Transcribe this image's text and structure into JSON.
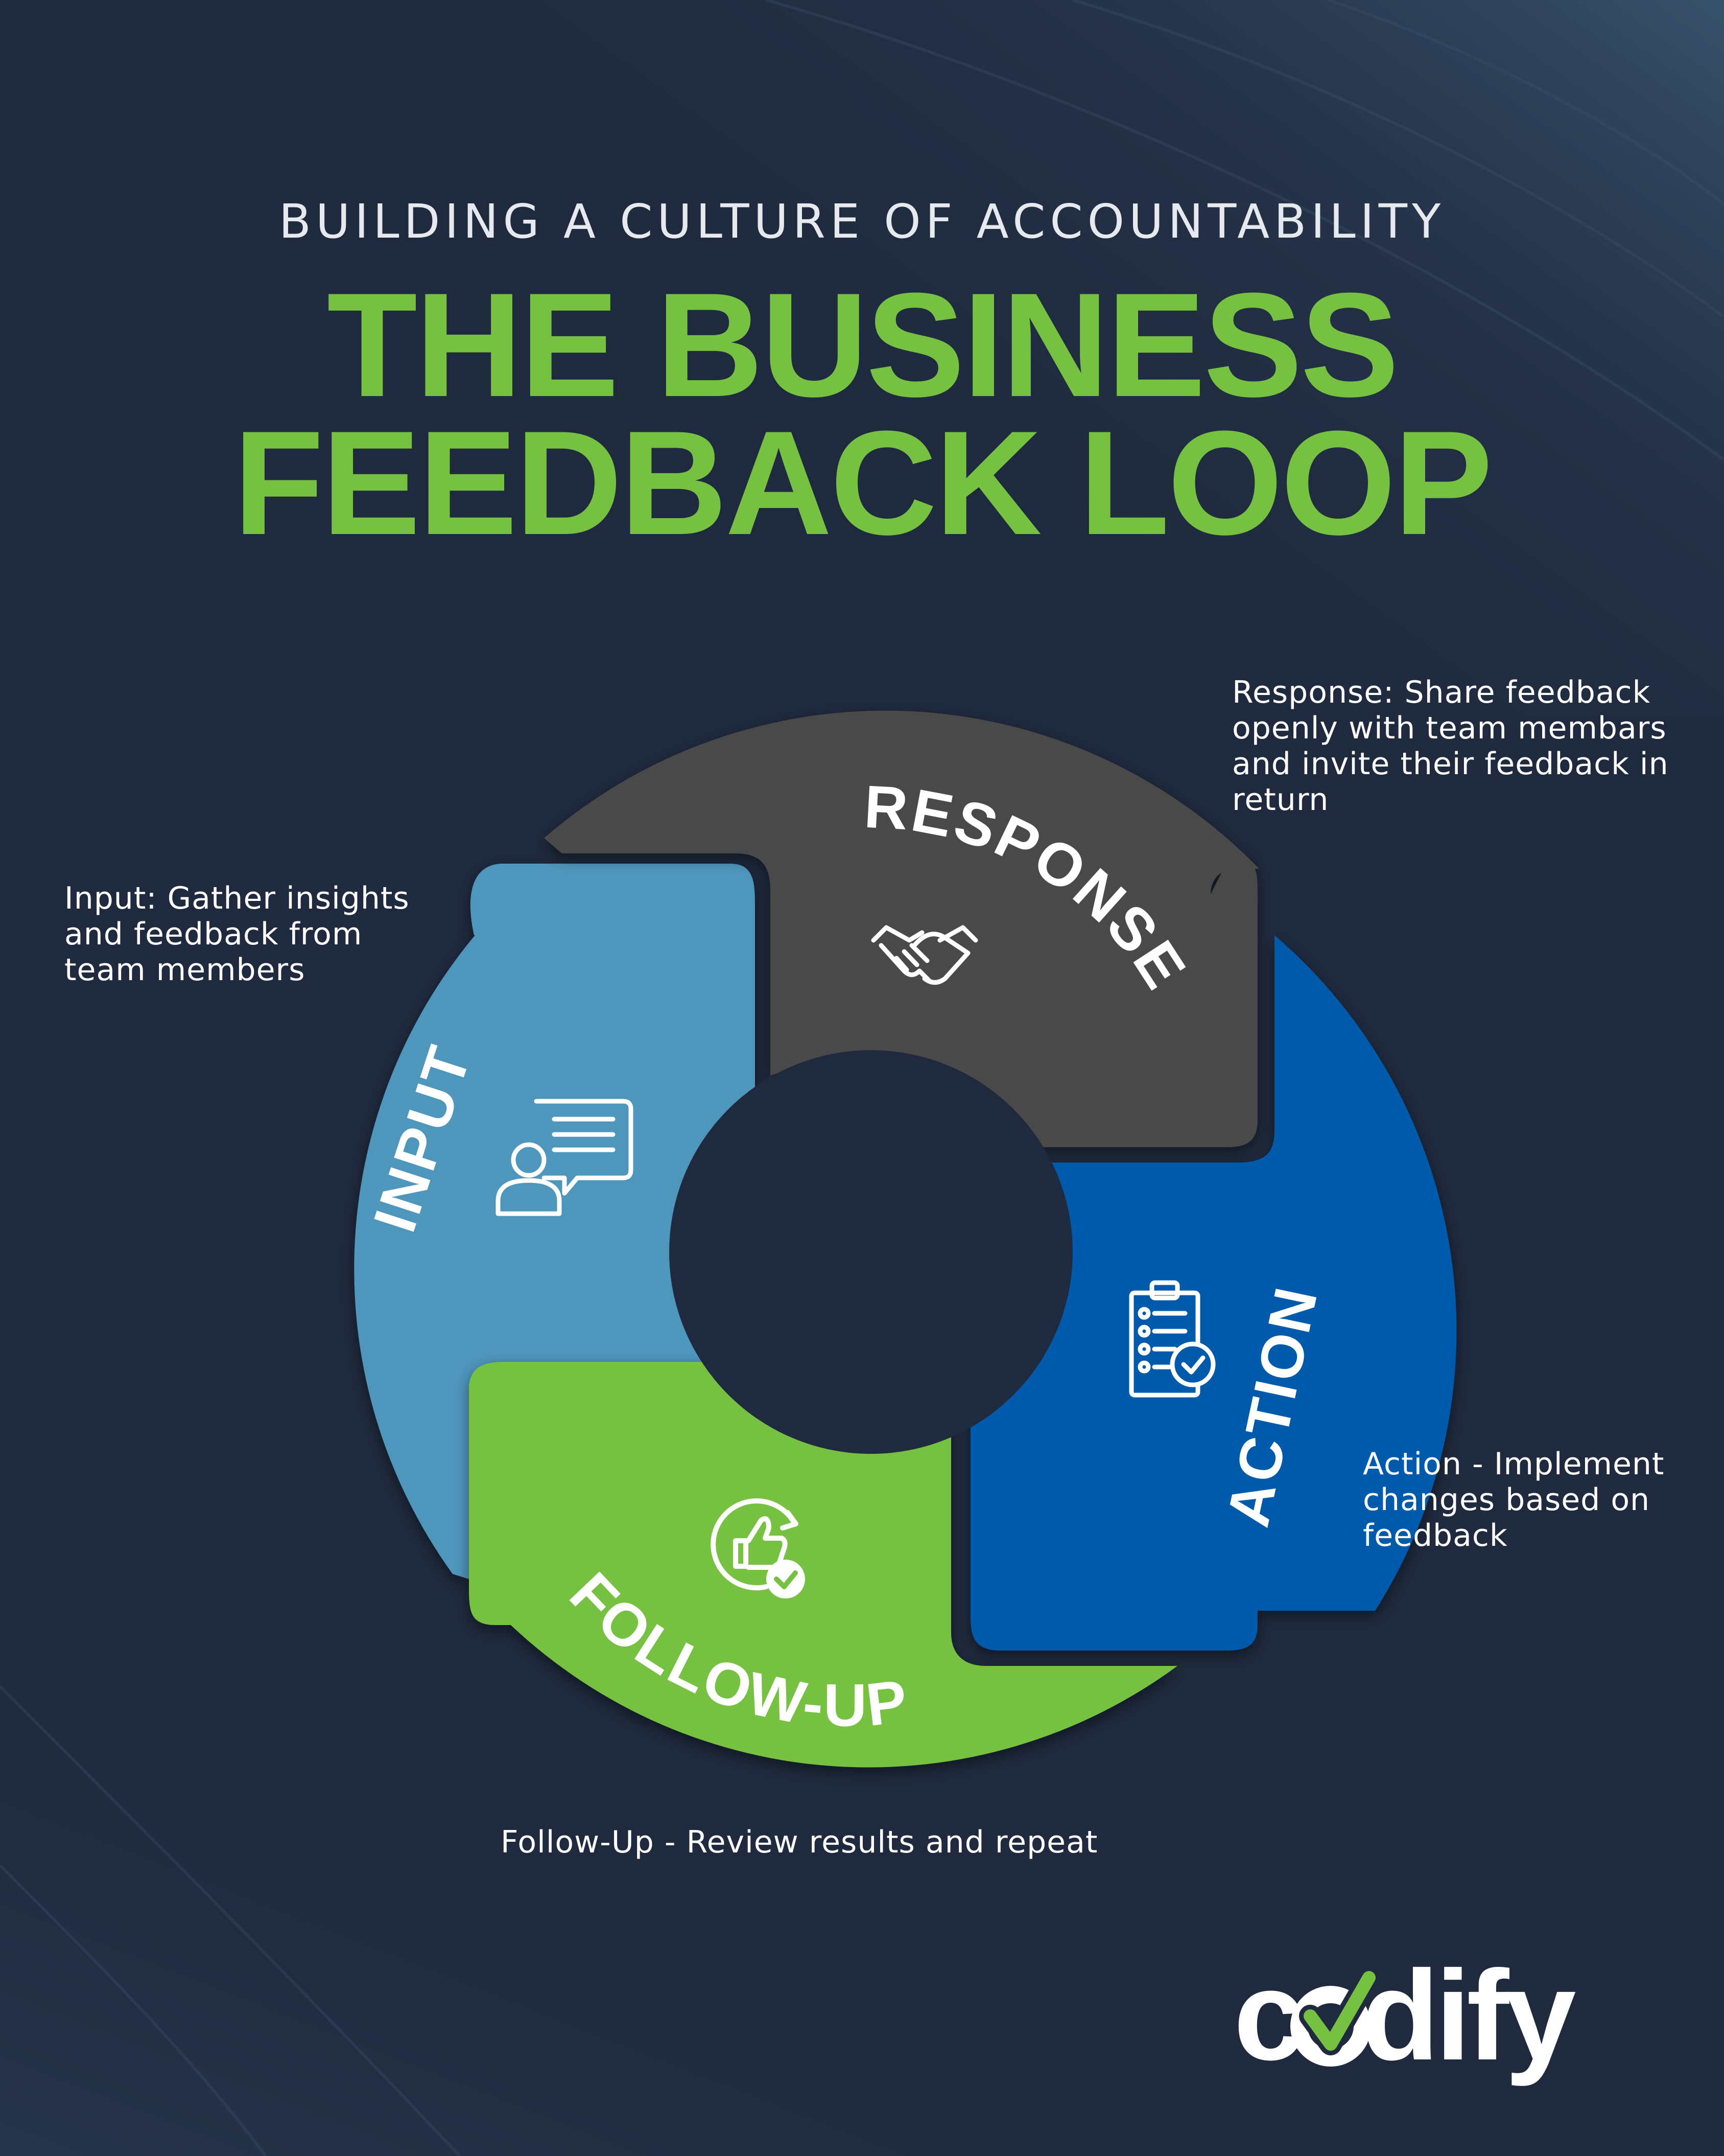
{
  "header": {
    "subtitle": "BUILDING A CULTURE OF ACCOUNTABILITY",
    "title_line1": "THE BUSINESS",
    "title_line2": "FEEDBACK LOOP"
  },
  "loop": {
    "segments": [
      {
        "label": "INPUT",
        "icon": "speech-bubble-person-icon",
        "color": "#4f96bd"
      },
      {
        "label": "RESPONSE",
        "icon": "handshake-icon",
        "color": "#484848"
      },
      {
        "label": "ACTION",
        "icon": "clipboard-checklist-icon",
        "color": "#005aab"
      },
      {
        "label": "FOLLOW-UP",
        "icon": "thumbs-up-cycle-icon",
        "color": "#77c142"
      }
    ]
  },
  "descriptions": {
    "input": [
      "Input: Gather insights",
      "and feedback from",
      "team members"
    ],
    "response": [
      "Response: Share feedback",
      "openly with team membars",
      "and invite their feedback in",
      "return"
    ],
    "action": [
      "Action - Implement",
      "changes based on",
      "feedback"
    ],
    "followup": [
      "Follow-Up - Review results and repeat"
    ]
  },
  "logo": {
    "text": "codify",
    "accent_color": "#77c142"
  },
  "colors": {
    "background": "#1f2a3e",
    "title_green": "#77c142"
  }
}
